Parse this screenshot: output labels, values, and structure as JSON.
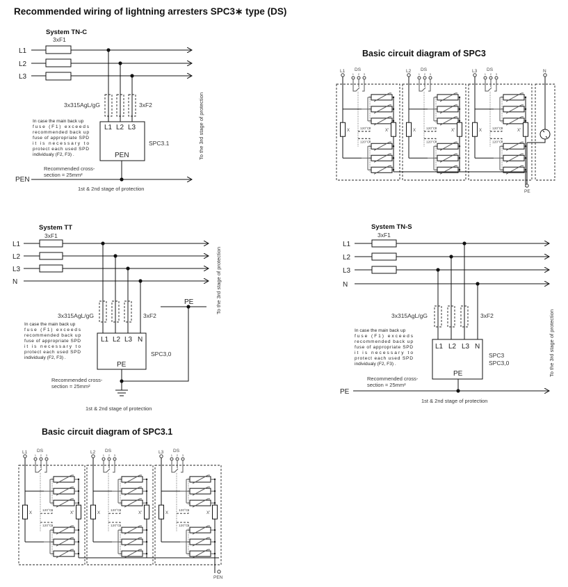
{
  "page_title": "Recommended wiring of lightning arresters SPC3∗ type (DS)",
  "tn_c": {
    "title": "System TN-C",
    "fuse_main_label": "3xF1",
    "lines": [
      "L1",
      "L2",
      "L3"
    ],
    "pen_line": "PEN",
    "fuse_aux_left": "3x315AgL/gG",
    "fuse_aux_right": "3xF2",
    "device_terminals": [
      "L1",
      "L2",
      "L3"
    ],
    "device_bottom": "PEN",
    "device_name": "SPC3.1",
    "note_lines": [
      "In case the main back up",
      "fuse (F1) exceeds",
      "recommended back up",
      "fuse of appropriate SPD",
      "it is necessary to",
      "protect each used SPD",
      "individualy (F2, F3) ."
    ],
    "cross_section": [
      "Recommended cross-",
      "section = 25mm²"
    ],
    "stage_label": "1st & 2nd stage of protection",
    "third_stage": "To the 3rd stage of protection"
  },
  "tt": {
    "title": "System TT",
    "fuse_main_label": "3xF1",
    "lines": [
      "L1",
      "L2",
      "L3",
      "N"
    ],
    "pe_label": "PE",
    "fuse_aux_left": "3x315AgL/gG",
    "fuse_aux_right": "3xF2",
    "device_terminals": [
      "L1",
      "L2",
      "L3",
      "N"
    ],
    "device_bottom": "PE",
    "device_name": "SPC3,0",
    "note_lines": [
      "In case the main back up",
      "fuse (F1) exceeds",
      "recommended back up",
      "fuse of appropriate SPD",
      "it is necessary to",
      "protect each used SPD",
      "individualy (F2, F3) ."
    ],
    "cross_section": [
      "Recommended cross-",
      "section = 25mm²"
    ],
    "stage_label": "1st & 2nd stage of protection",
    "third_stage": "To the 3rd stage of protection"
  },
  "tn_s": {
    "title": "System TN-S",
    "fuse_main_label": "3xF1",
    "lines": [
      "L1",
      "L2",
      "L3",
      "N"
    ],
    "pe_line": "PE",
    "fuse_aux_left": "3x315AgL/gG",
    "fuse_aux_right": "3xF2",
    "device_terminals": [
      "L1",
      "L2",
      "L3",
      "N"
    ],
    "device_bottom": "PE",
    "device_names": [
      "SPC3",
      "SPC3,0"
    ],
    "note_lines": [
      "In case the main back up",
      "fuse (F1) exceeds",
      "recommended back up",
      "fuse of appropriate SPD",
      "it is necessary to",
      "protect each used SPD",
      "individualy (F2, F3) ."
    ],
    "cross_section": [
      "Recommended cross-",
      "section = 25mm²"
    ],
    "stage_label": "1st & 2nd stage of protection",
    "third_stage": "To the 3rd stage of protection"
  },
  "spc3_diagram": {
    "title": "Basic circuit diagram of SPC3",
    "modules": [
      {
        "line": "L1",
        "ds": "DS",
        "ds_pins": [
          "1",
          "2",
          "3"
        ],
        "r_left": "X",
        "r_right": "X'",
        "temp_top": "120°C",
        "temp_bottom": "120°C"
      },
      {
        "line": "L2",
        "ds": "DS",
        "ds_pins": [
          "1",
          "2",
          "3"
        ],
        "r_left": "X",
        "r_right": "X'",
        "temp_top": "120°C",
        "temp_bottom": "120°C"
      },
      {
        "line": "L3",
        "ds": "DS",
        "ds_pins": [
          "1",
          "2",
          "3"
        ],
        "r_left": "X",
        "r_right": "X'",
        "temp_top": "120°C",
        "temp_bottom": "120°C"
      }
    ],
    "neutral_label": "N",
    "ground_label": "PE"
  },
  "spc31_diagram": {
    "title": "Basic circuit diagram of SPC3.1",
    "modules": [
      {
        "line": "L1",
        "ds": "DS",
        "ds_pins": [
          "1",
          "2",
          "3"
        ],
        "r_left": "X",
        "r_right": "X'",
        "temp_top": "120°C",
        "temp_bottom": "120°C"
      },
      {
        "line": "L2",
        "ds": "DS",
        "ds_pins": [
          "1",
          "2",
          "3"
        ],
        "r_left": "X",
        "r_right": "X'",
        "temp_top": "120°C",
        "temp_bottom": "120°C"
      },
      {
        "line": "L3",
        "ds": "DS",
        "ds_pins": [
          "1",
          "2",
          "3"
        ],
        "r_left": "X",
        "r_right": "X'",
        "temp_top": "120°C",
        "temp_bottom": "120°C"
      }
    ],
    "ground_label": "PEN"
  }
}
